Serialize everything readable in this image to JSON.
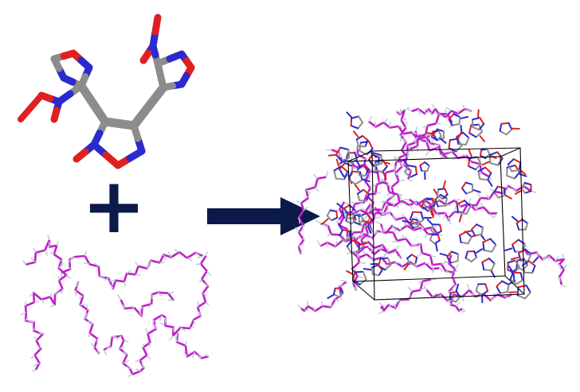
{
  "diagram": {
    "operator_symbol": "+",
    "arrow_direction": "right",
    "components": [
      {
        "id": "molecule",
        "icon": "nitro-furazan-molecule-icon",
        "style": "stick model"
      },
      {
        "id": "polymer",
        "icon": "hydrocarbon-polymer-chain-icon",
        "style": "stick model"
      },
      {
        "id": "mixture",
        "icon": "simulation-box-mixture-icon",
        "style": "periodic cell with mixed molecules"
      }
    ]
  },
  "colors": {
    "background": "#ffffff",
    "carbon": "#8c8c8c",
    "nitrogen": "#2a2acd",
    "oxygen": "#e02020",
    "polymer_carbon": "#c020c8",
    "hydrogen": "#b8d4d4",
    "operator": "#0c1a4a",
    "arrow": "#0c1a4a",
    "box_edge": "#000000"
  }
}
